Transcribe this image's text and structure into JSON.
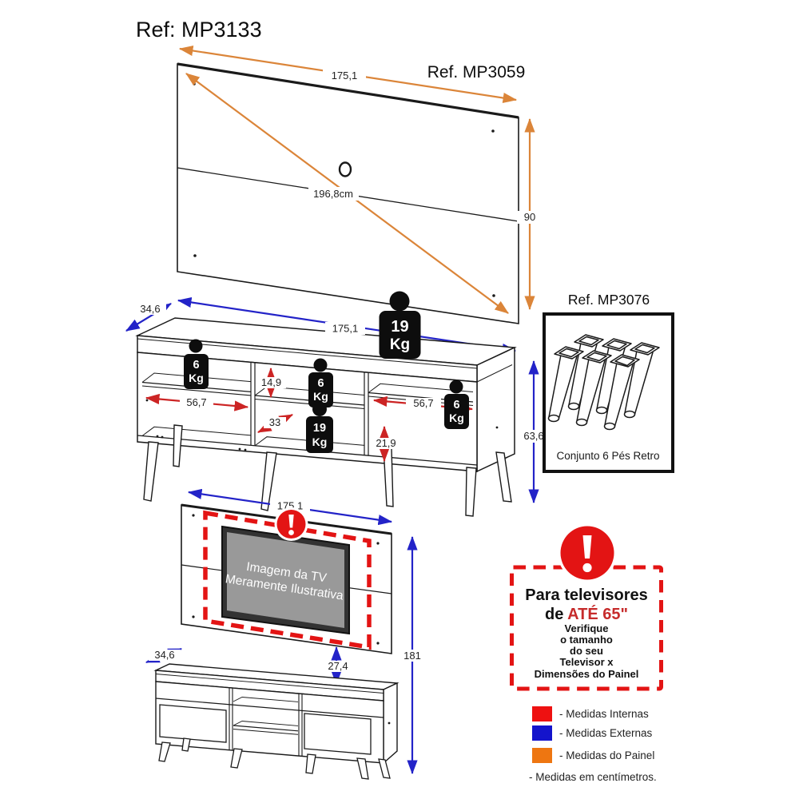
{
  "title": "Ref: MP3133",
  "panel": {
    "ref": "Ref. MP3059",
    "width": "175,1",
    "height": "90",
    "diagonal": "196,8cm"
  },
  "rack": {
    "depth": "34,6",
    "width": "175,1",
    "height": "63,6",
    "left_width": "56,7",
    "middle_gap": "14,9",
    "middle_depth": "33",
    "right_width": "56,7",
    "right_height": "21,9",
    "weight_top": {
      "value": "19",
      "unit": "Kg"
    },
    "weight_left": {
      "value": "6",
      "unit": "Kg"
    },
    "weight_middle_upper": {
      "value": "6",
      "unit": "Kg"
    },
    "weight_middle_lower": {
      "value": "19",
      "unit": "Kg"
    },
    "weight_right": {
      "value": "6",
      "unit": "Kg"
    }
  },
  "feet_kit": {
    "ref": "Ref. MP3076",
    "caption": "Conjunto 6 Pés Retro"
  },
  "assembled": {
    "width": "175,1",
    "gap_panel_rack": "27,4",
    "total_height": "181",
    "depth": "34,6",
    "tv_note": [
      "Imagem da TV",
      "Meramente Ilustrativa"
    ]
  },
  "warning": {
    "heading": "Para televisores",
    "size_prefix": "de ",
    "size_value": "ATÉ 65\"",
    "lines": [
      "Verifique",
      "o tamanho",
      "do seu",
      "Televisor x",
      "Dimensões do Painel"
    ]
  },
  "legend": {
    "items": [
      {
        "label": "- Medidas Internas",
        "color": "#ee1111"
      },
      {
        "label": "- Medidas Externas",
        "color": "#1414cc"
      },
      {
        "label": "- Medidas do Painel",
        "color": "#ee7611"
      }
    ],
    "note": "- Medidas em centímetros."
  },
  "colors": {
    "internal": "#cc2424",
    "external": "#2323c8",
    "panel_dim": "#db8539",
    "warning": "#e31414",
    "ink": "#1a1a1a"
  }
}
